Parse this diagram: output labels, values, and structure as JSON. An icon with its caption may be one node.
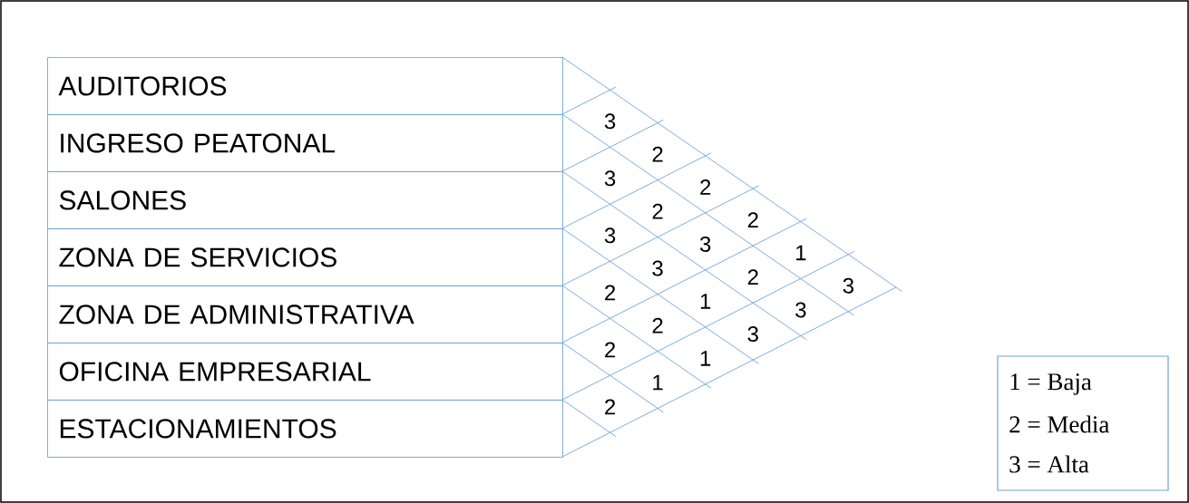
{
  "diagram": {
    "nodes": [
      {
        "text": [
          "AUDITORIOS"
        ]
      },
      {
        "text": [
          "INGRESO PEATONAL"
        ]
      },
      {
        "text": [
          "SALONES"
        ]
      },
      {
        "text": [
          "ZONA DE SERVICIOS"
        ]
      },
      {
        "text": [
          "ZONA DE ADMINISTRATIVA"
        ]
      },
      {
        "text": [
          "OFICINA EMPRESARIAL"
        ]
      },
      {
        "text": [
          "ESTACIONAMIENTOS"
        ]
      }
    ],
    "labels": [
      "3",
      "2",
      "2",
      "2",
      "1",
      "3",
      "3",
      "2",
      "3",
      "2",
      "3",
      "3",
      "3",
      "1",
      "3",
      "2",
      "2",
      "1",
      "2",
      "1",
      "2"
    ],
    "legend": [
      {
        "text": "1 =  Baja"
      },
      {
        "text": "2 =  Media"
      },
      {
        "text": "3 =  Alta"
      }
    ]
  }
}
